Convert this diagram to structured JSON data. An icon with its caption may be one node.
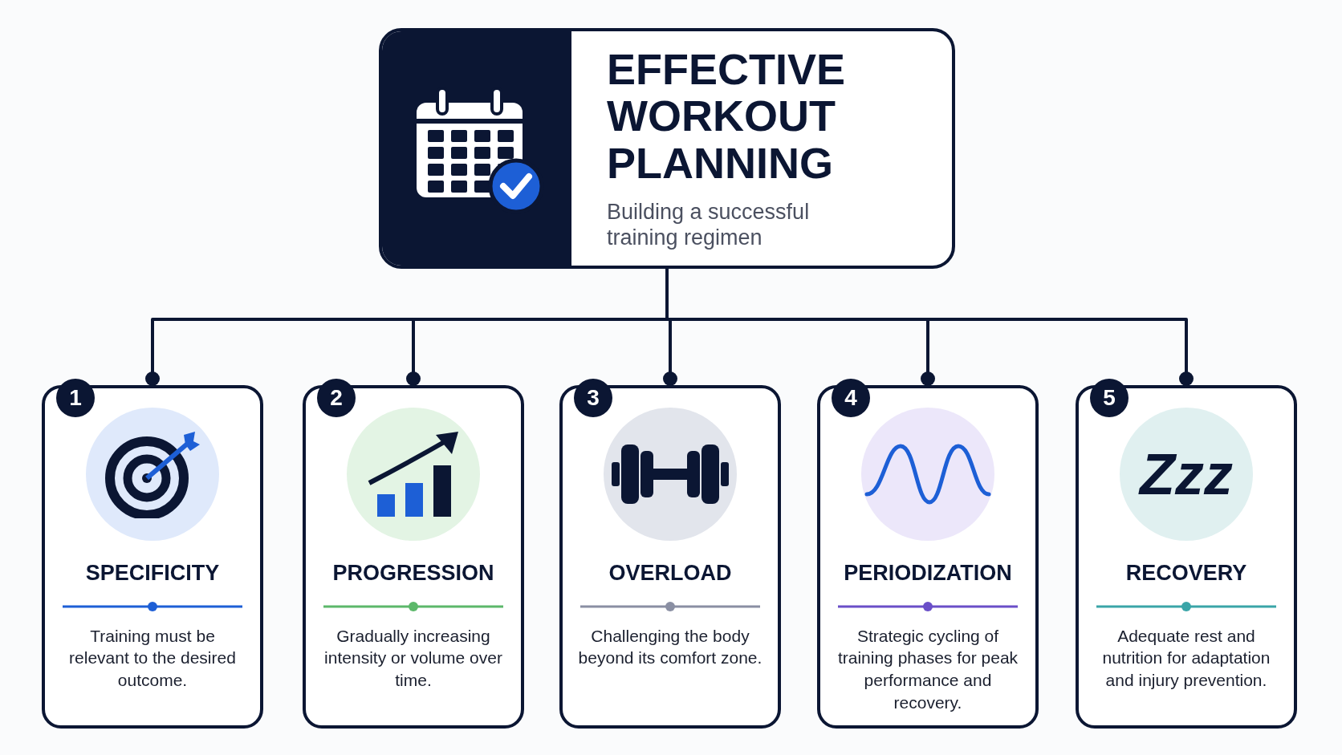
{
  "diagram": {
    "nodes": [
      {
        "text": [
          "EFFECTIVE WORKOUT PLANNING",
          "Building a successful training regimen"
        ]
      },
      {
        "text": [
          "SPECIFICITY",
          "Training must be relevant to the desired outcome."
        ]
      },
      {
        "text": [
          "PROGRESSION",
          "Gradually increasing intensity or volume over time."
        ]
      },
      {
        "text": [
          "OVERLOAD",
          "Challenging the body beyond its comfort zone."
        ]
      },
      {
        "text": [
          "PERIODIZATION",
          "Strategic cycling of training phases for peak performance and recovery."
        ]
      },
      {
        "text": [
          "RECOVERY",
          "Adequate rest and nutrition for adaptation and injury prevention."
        ]
      }
    ],
    "edges": [
      {
        "from": 0,
        "to": 1,
        "arrow": "other"
      },
      {
        "from": 0,
        "to": 2,
        "arrow": "other"
      },
      {
        "from": 0,
        "to": 3,
        "arrow": "other"
      },
      {
        "from": 0,
        "to": 4,
        "arrow": "other"
      },
      {
        "from": 0,
        "to": 5,
        "arrow": "other"
      }
    ],
    "labels": [
      "1",
      "2",
      "3",
      "4",
      "5",
      "Zzz"
    ]
  }
}
